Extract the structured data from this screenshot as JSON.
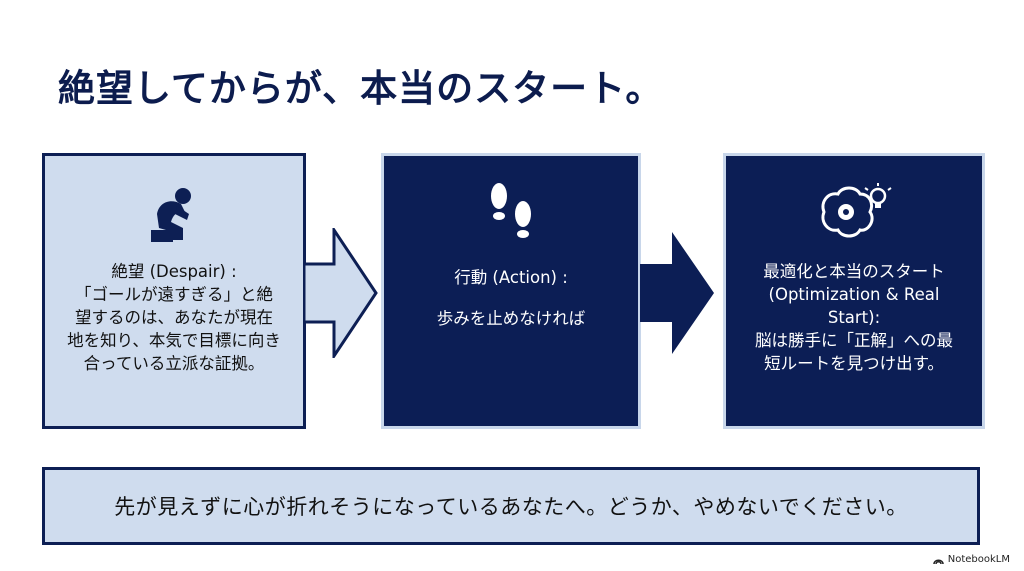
{
  "title": "絶望してからが、本当のスタート。",
  "steps": [
    {
      "icon": "despair-person-icon",
      "heading": "絶望 (Despair) :",
      "body": "「ゴールが遠すぎる」と絶望するのは、あなたが現在地を知り、本気で目標に向き合っている立派な証拠。"
    },
    {
      "icon": "footprints-icon",
      "heading": "行動 (Action) :",
      "body": "歩みを止めなければ"
    },
    {
      "icon": "brain-gear-lightbulb-icon",
      "heading": "最適化と本当のスタート (Optimization & Real Start):",
      "body": "脳は勝手に「正解」への最短ルートを見つけ出す。"
    }
  ],
  "footer": "先が見えずに心が折れそうになっているあなたへ。どうか、やめないでください。",
  "brand": "NotebookLM",
  "colors": {
    "navy": "#0c1e55",
    "light_blue": "#cfdcee"
  }
}
